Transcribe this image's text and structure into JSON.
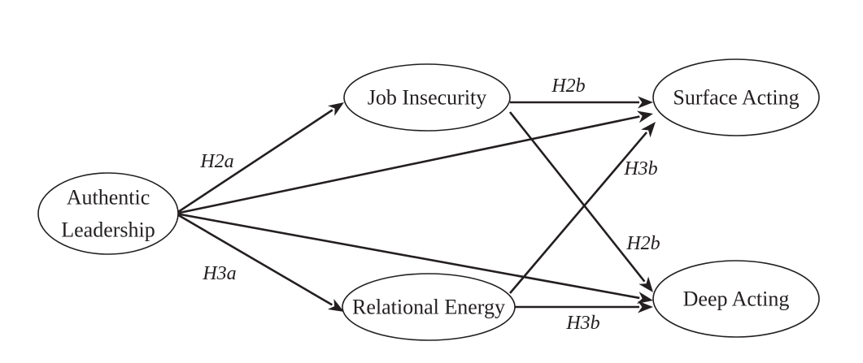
{
  "diagram": {
    "nodes": [
      {
        "id": "authentic_leadership",
        "lines": [
          "Authentic",
          "Leadership"
        ]
      },
      {
        "id": "job_insecurity",
        "lines": [
          "Job Insecurity"
        ]
      },
      {
        "id": "relational_energy",
        "lines": [
          "Relational Energy"
        ]
      },
      {
        "id": "surface_acting",
        "lines": [
          "Surface Acting"
        ]
      },
      {
        "id": "deep_acting",
        "lines": [
          "Deep Acting"
        ]
      }
    ],
    "edges": [
      {
        "from": "authentic_leadership",
        "to": "job_insecurity",
        "label": "H2a"
      },
      {
        "from": "authentic_leadership",
        "to": "relational_energy",
        "label": "H3a"
      },
      {
        "from": "authentic_leadership",
        "to": "surface_acting",
        "label": ""
      },
      {
        "from": "authentic_leadership",
        "to": "deep_acting",
        "label": ""
      },
      {
        "from": "job_insecurity",
        "to": "surface_acting",
        "label": "H2b"
      },
      {
        "from": "job_insecurity",
        "to": "deep_acting",
        "label": "H2b"
      },
      {
        "from": "relational_energy",
        "to": "surface_acting",
        "label": "H3b"
      },
      {
        "from": "relational_energy",
        "to": "deep_acting",
        "label": "H3b"
      }
    ]
  }
}
